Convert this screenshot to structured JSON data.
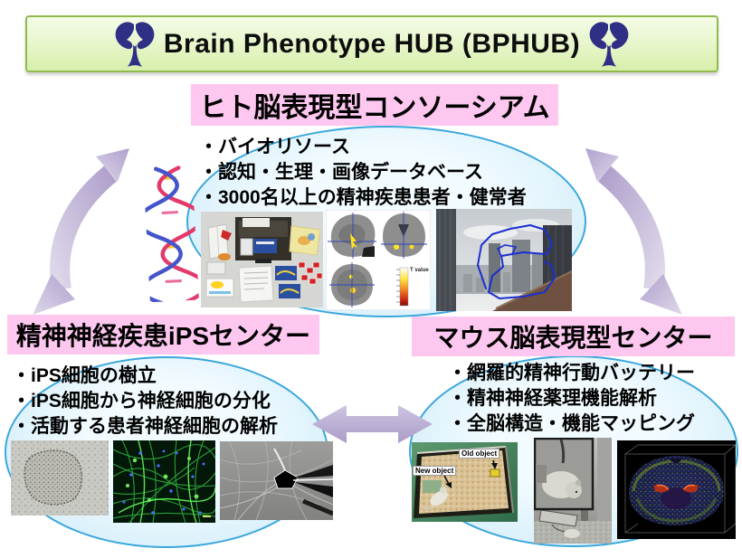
{
  "header": {
    "title": "Brain Phenotype HUB (BPHUB)"
  },
  "nodes": {
    "human": {
      "label": "ヒト脳表現型コンソーシアム",
      "bullets": [
        "・バイオリソース",
        "・認知・生理・画像データベース",
        "・3000名以上の精神疾患患者・健常者"
      ]
    },
    "ips": {
      "label": "精神神経疾患iPSセンター",
      "bullets": [
        "・iPS細胞の樹立",
        "・iPS細胞から神経細胞の分化",
        "・活動する患者神経細胞の解析"
      ]
    },
    "mouse": {
      "label": "マウス脳表現型センター",
      "bullets": [
        "・網羅的精神行動バッテリー",
        "・精神神経薬理機能解析",
        "・全脳構造・機能マッピング"
      ]
    }
  },
  "photo_annotations": {
    "t_value_label": "T value",
    "new_object_label": "New object",
    "old_object_label": "Old object"
  },
  "colors": {
    "title_bar_fill_top": "#f5fce8",
    "title_bar_fill_bottom": "#d7efab",
    "title_bar_border": "#8fbb4d",
    "logo_navy": "#2e2f85",
    "heading_pink": "#fdc7ef",
    "ellipse_fill": "#d9f0fb",
    "ellipse_border": "#3aa7dc",
    "arrow_purple": "#b4a5cf",
    "eye_trace_blue": "#1a2fd0"
  }
}
